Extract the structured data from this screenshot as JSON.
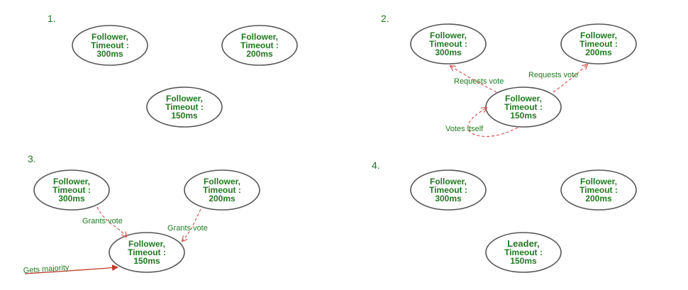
{
  "colors": {
    "text": "#1f7a1f",
    "arrow": "#d9534f",
    "circle_stroke": "#555555"
  },
  "panels": [
    {
      "step": "1.",
      "nodes": [
        {
          "line1": "Follower,",
          "line2": "Timeout :",
          "line3": "300ms"
        },
        {
          "line1": "Follower,",
          "line2": "Timeout :",
          "line3": "200ms"
        },
        {
          "line1": "Follower,",
          "line2": "Timeout :",
          "line3": "150ms"
        }
      ]
    },
    {
      "step": "2.",
      "nodes": [
        {
          "line1": "Follower,",
          "line2": "Timeout :",
          "line3": "300ms"
        },
        {
          "line1": "Follower,",
          "line2": "Timeout :",
          "line3": "200ms"
        },
        {
          "line1": "Follower,",
          "line2": "Timeout :",
          "line3": "150ms"
        }
      ],
      "labels": {
        "request_left": "Requests vote",
        "request_right": "Requests vote",
        "self_vote": "Votes itself"
      }
    },
    {
      "step": "3.",
      "nodes": [
        {
          "line1": "Follower,",
          "line2": "Timeout :",
          "line3": "300ms"
        },
        {
          "line1": "Follower,",
          "line2": "Timeout :",
          "line3": "200ms"
        },
        {
          "line1": "Follower,",
          "line2": "Timeout :",
          "line3": "150ms"
        }
      ],
      "labels": {
        "grant_left": "Grants vote",
        "grant_right": "Grants vote",
        "majority": "Gets majority"
      }
    },
    {
      "step": "4.",
      "nodes": [
        {
          "line1": "Follower,",
          "line2": "Timeout :",
          "line3": "300ms"
        },
        {
          "line1": "Follower,",
          "line2": "Timeout :",
          "line3": "200ms"
        },
        {
          "line1": "Leader,",
          "line2": "Timeout :",
          "line3": "150ms"
        }
      ]
    }
  ]
}
